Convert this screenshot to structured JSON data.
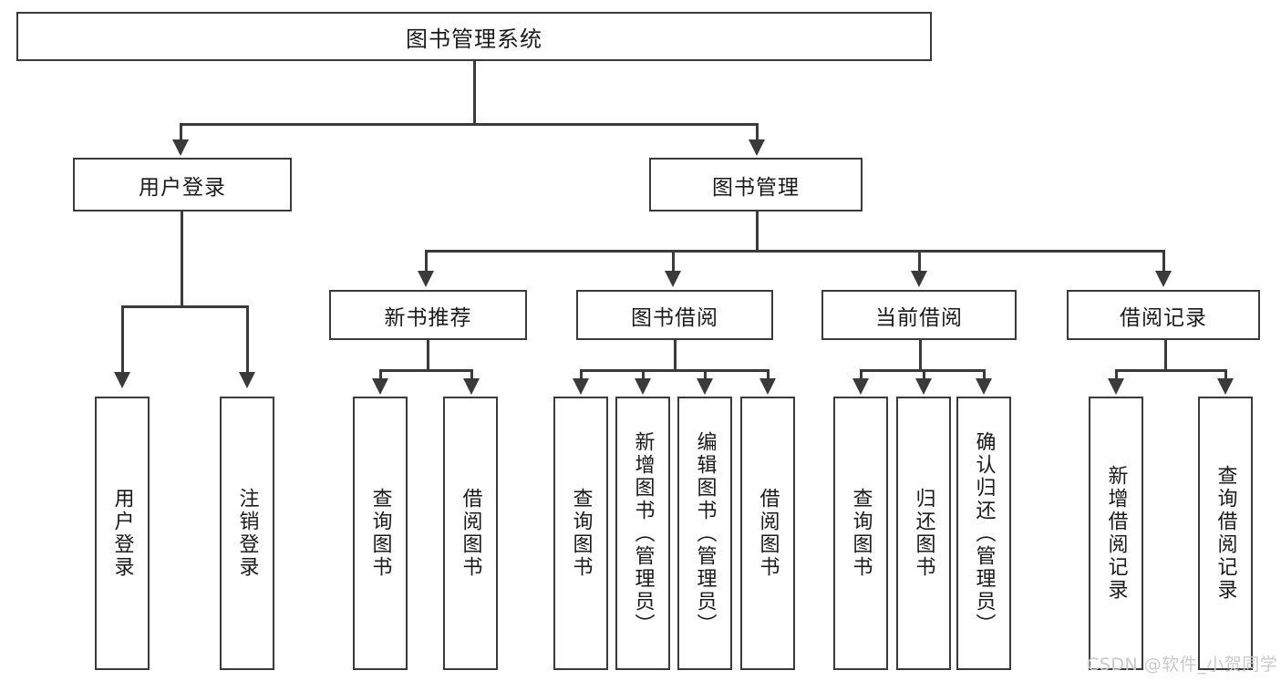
{
  "diagram": {
    "type": "tree-hierarchy",
    "title": "图书管理系统",
    "root": {
      "label": "图书管理系统"
    },
    "level1": [
      {
        "label": "用户登录"
      },
      {
        "label": "图书管理"
      }
    ],
    "level2": [
      {
        "label": "新书推荐"
      },
      {
        "label": "图书借阅"
      },
      {
        "label": "当前借阅"
      },
      {
        "label": "借阅记录"
      }
    ],
    "leaves_user_login": [
      {
        "label": "用户登录"
      },
      {
        "label": "注销登录"
      }
    ],
    "leaves_new_book": [
      {
        "label": "查询图书"
      },
      {
        "label": "借阅图书"
      }
    ],
    "leaves_borrow": [
      {
        "label": "查询图书"
      },
      {
        "label": "新增图书（管理员）"
      },
      {
        "label": "编辑图书（管理员）"
      },
      {
        "label": "借阅图书"
      }
    ],
    "leaves_current": [
      {
        "label": "查询图书"
      },
      {
        "label": "归还图书"
      },
      {
        "label": "确认归还（管理员）"
      }
    ],
    "leaves_records": [
      {
        "label": "新增借阅记录"
      },
      {
        "label": "查询借阅记录"
      }
    ]
  },
  "watermark": {
    "text": "CSDN @软件_小贺同学"
  },
  "colors": {
    "stroke": "#3a3a3a",
    "background": "#ffffff",
    "text": "#1a1a1a",
    "watermark": "#c9c9c9"
  }
}
